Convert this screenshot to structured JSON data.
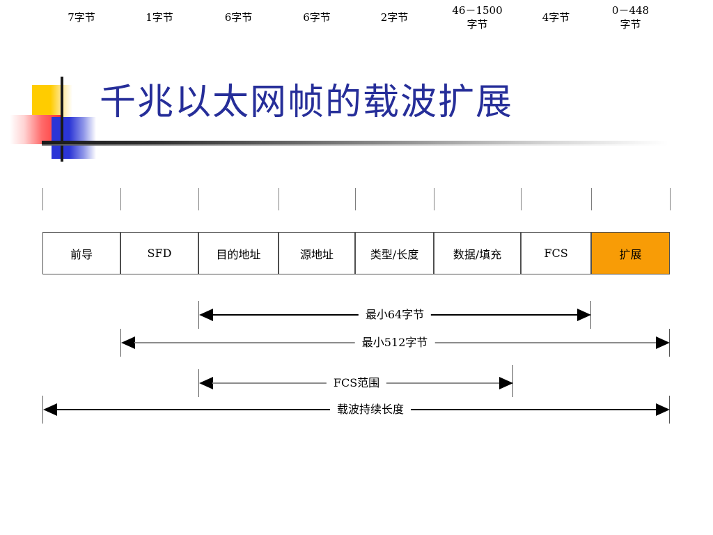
{
  "slide": {
    "title": "千兆以太网帧的载波扩展",
    "title_color": "#262E99",
    "background": "#FFFFFF"
  },
  "decoration": {
    "yellow_block": "#FFCC00",
    "red_block": "#FF3333",
    "blue_block": "#2B35D6",
    "rule_color": "#1A1A1A"
  },
  "diagram": {
    "type": "frame-format",
    "highlight_color": "#F89C06",
    "cell_border_color": "#4F4F4F",
    "size_labels": [
      {
        "text": "7字节",
        "lines": [
          "7字节"
        ]
      },
      {
        "text": "1字节",
        "lines": [
          "1字节"
        ]
      },
      {
        "text": "6字节",
        "lines": [
          "6字节"
        ]
      },
      {
        "text": "6字节",
        "lines": [
          "6字节"
        ]
      },
      {
        "text": "2字节",
        "lines": [
          "2字节"
        ]
      },
      {
        "text": "46－1500 字节",
        "lines": [
          "46－1500",
          "字节"
        ]
      },
      {
        "text": "4字节",
        "lines": [
          "4字节"
        ]
      },
      {
        "text": "0－448 字节",
        "lines": [
          "0－448",
          "字节"
        ]
      }
    ],
    "fields": [
      {
        "label": "前导",
        "size": "7字节",
        "highlight": false
      },
      {
        "label": "SFD",
        "size": "1字节",
        "highlight": false
      },
      {
        "label": "目的地址",
        "size": "6字节",
        "highlight": false
      },
      {
        "label": "源地址",
        "size": "6字节",
        "highlight": false
      },
      {
        "label": "类型/长度",
        "size": "2字节",
        "highlight": false
      },
      {
        "label": "数据/填充",
        "size": "46－1500 字节",
        "highlight": false
      },
      {
        "label": "FCS",
        "size": "4字节",
        "highlight": false
      },
      {
        "label": "扩展",
        "size": "0－448 字节",
        "highlight": true
      }
    ],
    "measurements": [
      {
        "label": "最小64字节",
        "from_field": "目的地址",
        "to_field": "FCS"
      },
      {
        "label": "最小512字节",
        "from_field": "SFD",
        "to_field": "扩展"
      },
      {
        "label": "FCS范围",
        "from_field": "目的地址",
        "to_field": "数据/填充"
      },
      {
        "label": "载波持续长度",
        "from_field": "前导",
        "to_field": "扩展"
      }
    ]
  }
}
